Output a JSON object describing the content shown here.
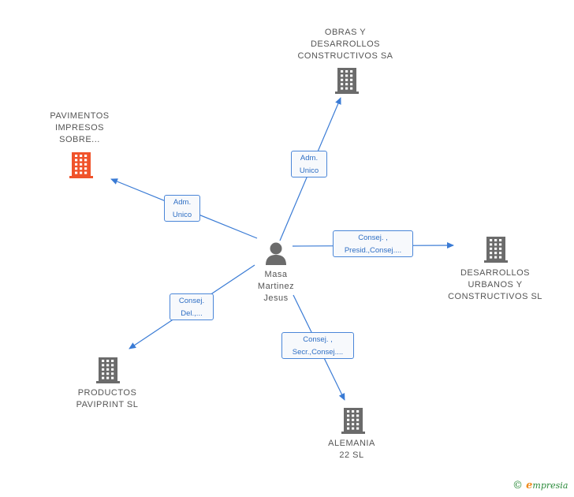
{
  "colors": {
    "edge": "#3a7bd5",
    "building": "#6b6b6b",
    "building_highlight": "#f0532b",
    "person": "#6b6b6b"
  },
  "center": {
    "name": "Masa\nMartinez\nJesus",
    "icon": "person-icon"
  },
  "nodes": [
    {
      "id": "obras",
      "label": "OBRAS Y\nDESARROLLOS\nCONSTRUCTIVOS SA",
      "icon": "building-icon",
      "highlight": false
    },
    {
      "id": "pavimentos",
      "label": "PAVIMENTOS\nIMPRESOS\nSOBRE...",
      "icon": "building-icon",
      "highlight": true
    },
    {
      "id": "desarrollos",
      "label": "DESARROLLOS\nURBANOS Y\nCONSTRUCTIVOS SL",
      "icon": "building-icon",
      "highlight": false
    },
    {
      "id": "productos",
      "label": "PRODUCTOS\nPAVIPRINT SL",
      "icon": "building-icon",
      "highlight": false
    },
    {
      "id": "alemania",
      "label": "ALEMANIA\n22 SL",
      "icon": "building-icon",
      "highlight": false
    }
  ],
  "edges": [
    {
      "target": "obras",
      "label": "Adm.\nUnico"
    },
    {
      "target": "pavimentos",
      "label": "Adm.\nUnico"
    },
    {
      "target": "desarrollos",
      "label": "Consej. ,\nPresid.,Consej...."
    },
    {
      "target": "productos",
      "label": "Consej.\nDel.,..."
    },
    {
      "target": "alemania",
      "label": "Consej. ,\nSecr.,Consej...."
    }
  ],
  "footer": {
    "copyright": "©",
    "brand_initial": "e",
    "brand_rest": "mpresia"
  }
}
